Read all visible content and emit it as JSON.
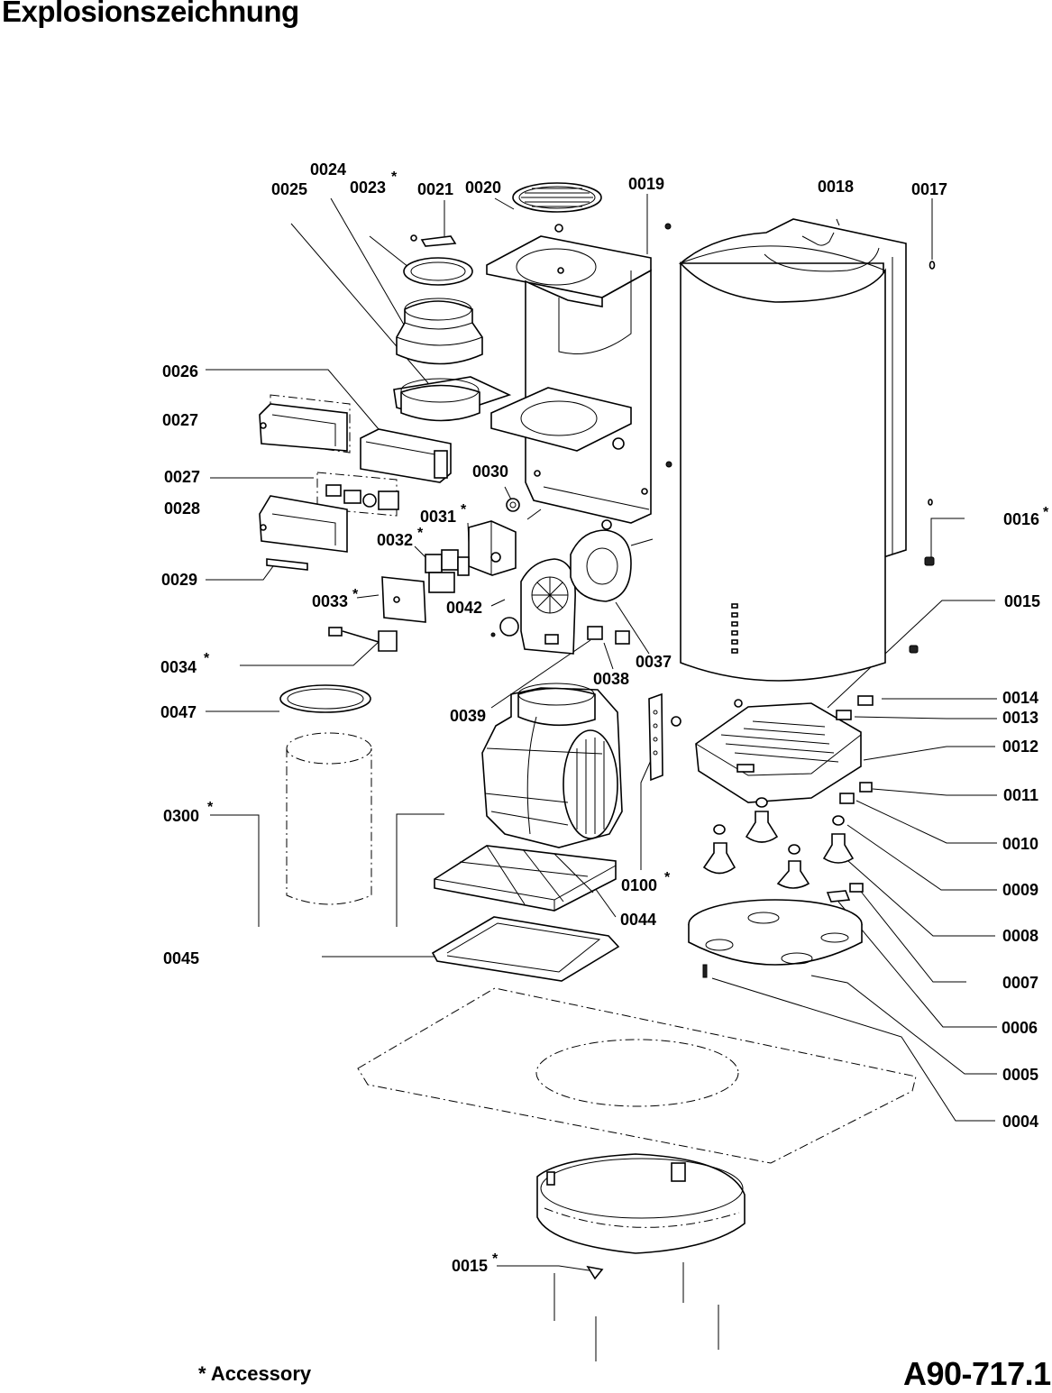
{
  "title": "Explosionszeichnung",
  "footnote": "* Accessory",
  "document_number": "A90-717.1",
  "callouts": [
    {
      "id": "0024",
      "text": "0024"
    },
    {
      "id": "0025",
      "text": "0025"
    },
    {
      "id": "0023",
      "text": "0023",
      "accessory": "*"
    },
    {
      "id": "0021",
      "text": "0021"
    },
    {
      "id": "0020",
      "text": "0020"
    },
    {
      "id": "0019",
      "text": "0019"
    },
    {
      "id": "0018",
      "text": "0018"
    },
    {
      "id": "0017",
      "text": "0017"
    },
    {
      "id": "0026",
      "text": "0026"
    },
    {
      "id": "0027a",
      "text": "0027"
    },
    {
      "id": "0027b",
      "text": "0027"
    },
    {
      "id": "0028",
      "text": "0028"
    },
    {
      "id": "0029",
      "text": "0029"
    },
    {
      "id": "0030",
      "text": "0030"
    },
    {
      "id": "0031",
      "text": "0031",
      "accessory": "*"
    },
    {
      "id": "0032",
      "text": "0032",
      "accessory": "*"
    },
    {
      "id": "0033",
      "text": "0033",
      "accessory": "*"
    },
    {
      "id": "0042",
      "text": "0042"
    },
    {
      "id": "0016",
      "text": "0016",
      "accessory": "*"
    },
    {
      "id": "0015a",
      "text": "0015"
    },
    {
      "id": "0034",
      "text": "0034",
      "accessory": "*"
    },
    {
      "id": "0038",
      "text": "0038"
    },
    {
      "id": "0037",
      "text": "0037"
    },
    {
      "id": "0014",
      "text": "0014"
    },
    {
      "id": "0047",
      "text": "0047"
    },
    {
      "id": "0039",
      "text": "0039"
    },
    {
      "id": "0013",
      "text": "0013"
    },
    {
      "id": "0012",
      "text": "0012"
    },
    {
      "id": "0011",
      "text": "0011"
    },
    {
      "id": "0300",
      "text": "0300",
      "accessory": "*"
    },
    {
      "id": "0010",
      "text": "0010"
    },
    {
      "id": "0100",
      "text": "0100",
      "accessory": "*"
    },
    {
      "id": "0009",
      "text": "0009"
    },
    {
      "id": "0044",
      "text": "0044"
    },
    {
      "id": "0008",
      "text": "0008"
    },
    {
      "id": "0045",
      "text": "0045"
    },
    {
      "id": "0007",
      "text": "0007"
    },
    {
      "id": "0006",
      "text": "0006"
    },
    {
      "id": "0005",
      "text": "0005"
    },
    {
      "id": "0004",
      "text": "0004"
    },
    {
      "id": "0015b",
      "text": "0015",
      "accessory": "*"
    }
  ]
}
